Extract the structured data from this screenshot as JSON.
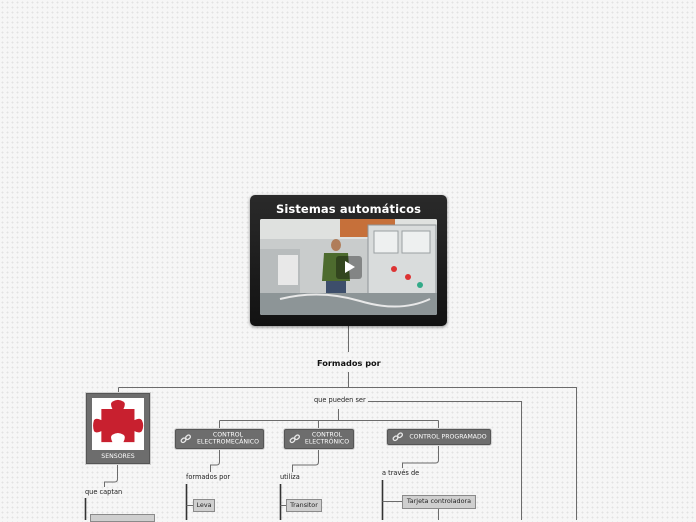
{
  "video_node": {
    "title": "Sistemas automáticos",
    "play_label": "play-icon"
  },
  "center_label": "Formados por",
  "connectors": {
    "que_pueden_ser": "que pueden ser",
    "que_captan": "que captan",
    "formados_por": "formados por",
    "utiliza": "utiliza",
    "a_traves_de": "a través de"
  },
  "nodes": {
    "sensores": "SENSORES",
    "control_electromecanico_line1": "CONTROL",
    "control_electromecanico_line2": "ELECTROMECÁNICO",
    "control_electronico_line1": "CONTROL",
    "control_electronico_line2": "ELECTRÓNICO",
    "control_programado": "CONTROL PROGRAMADO"
  },
  "leaves": {
    "leva": "Leva",
    "transistor": "Transitor",
    "tarjeta": "Tarjeta controladora",
    "sensors_child": ""
  },
  "colors": {
    "topic_bg": "#6d6d6d",
    "video_bg": "#1e1e1e",
    "puzzle_red": "#c8202f",
    "line": "#6b6b6b"
  },
  "icons": [
    "link-icon",
    "puzzle-icon",
    "play-icon"
  ]
}
